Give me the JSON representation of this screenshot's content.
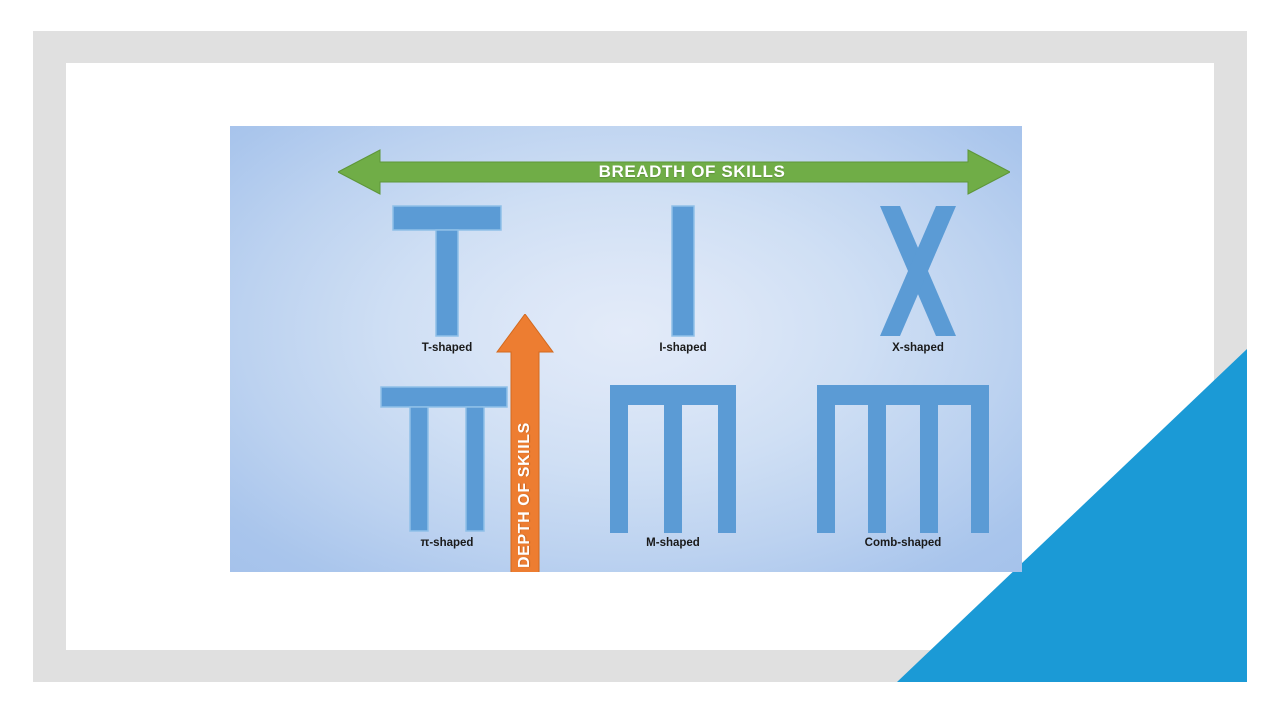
{
  "slide": {
    "frame_color": "#e0e0e0",
    "background_color": "#ffffff",
    "accent_triangle_color": "#1b9ad6"
  },
  "panel": {
    "gradient_center_color": "#e3ebf9",
    "gradient_edge_color": "#a2c0ea"
  },
  "axes": {
    "horizontal": {
      "label": "BREADTH OF SKILLS",
      "color": "#70ad47",
      "direction": "double"
    },
    "vertical": {
      "label": "DEPTH OF SKIILS",
      "color": "#ed7d31",
      "direction": "double"
    }
  },
  "shapes": {
    "fill_color": "#5b9bd5",
    "items": [
      {
        "id": "t-shaped",
        "label": "T-shaped",
        "glyph": "t-shape-glyph"
      },
      {
        "id": "i-shaped",
        "label": "I-shaped",
        "glyph": "i-shape-glyph"
      },
      {
        "id": "x-shaped",
        "label": "X-shaped",
        "glyph": "x-shape-glyph"
      },
      {
        "id": "pi-shaped",
        "label": "π-shaped",
        "glyph": "pi-shape-glyph"
      },
      {
        "id": "m-shaped",
        "label": "M-shaped",
        "glyph": "m-shape-glyph"
      },
      {
        "id": "comb-shaped",
        "label": "Comb-shaped",
        "glyph": "comb-shape-glyph"
      }
    ]
  }
}
